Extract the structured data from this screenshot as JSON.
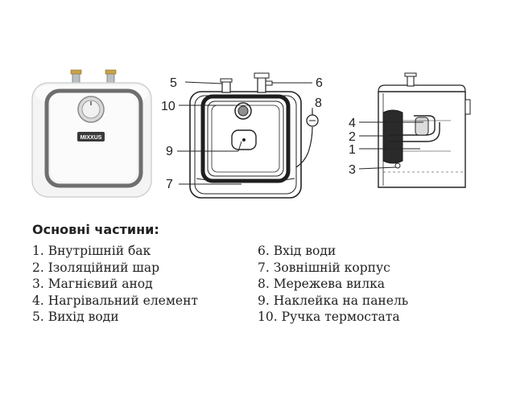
{
  "figure": {
    "brand_label": "MIXXUS",
    "callouts": {
      "c1": "1",
      "c2": "2",
      "c3": "3",
      "c4": "4",
      "c5": "5",
      "c6": "6",
      "c7": "7",
      "c8": "8",
      "c9": "9",
      "c10": "10"
    }
  },
  "parts": {
    "heading": "Основні частини:",
    "left": [
      "1. Внутрішній бак",
      "2. Ізоляційний шар",
      "3. Магнієвий анод",
      "4. Нагрівальний елемент",
      "5. Вихід води"
    ],
    "right": [
      "6. Вхід води",
      "7. Зовнішній корпус",
      "8. Мережева вилка",
      "9. Наклейка на панель",
      "10. Ручка термостата"
    ]
  }
}
